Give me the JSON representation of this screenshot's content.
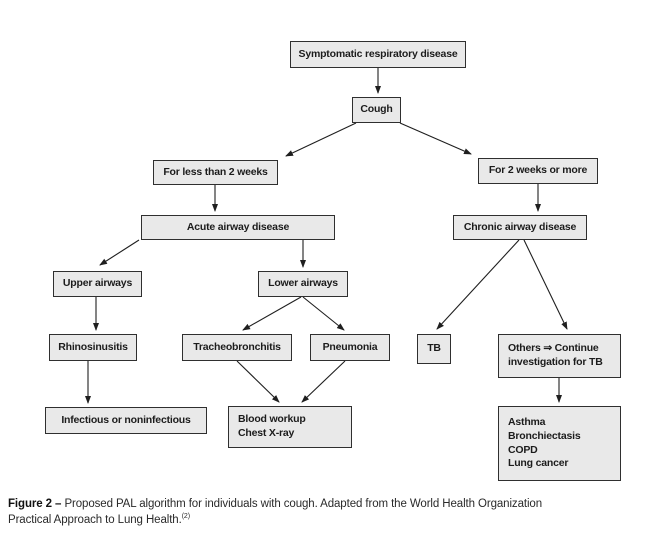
{
  "figure": {
    "nodes": {
      "symptomatic": {
        "label": "Symptomatic respiratory disease"
      },
      "cough": {
        "label": "Cough"
      },
      "less_than_2_weeks": {
        "label": "For less than 2 weeks"
      },
      "two_weeks_or_more": {
        "label": "For 2 weeks or more"
      },
      "acute": {
        "label": "Acute airway disease"
      },
      "chronic": {
        "label": "Chronic airway disease"
      },
      "upper": {
        "label": "Upper airways"
      },
      "lower": {
        "label": "Lower airways"
      },
      "rhinosinusitis": {
        "label": "Rhinosinusitis"
      },
      "tracheobronchitis": {
        "label": "Tracheobronchitis"
      },
      "pneumonia": {
        "label": "Pneumonia"
      },
      "tb": {
        "label": "TB"
      },
      "others": {
        "line1": "Others ⇒ Continue",
        "line2": "investigation for TB"
      },
      "infectious": {
        "label": "Infectious or noninfectious"
      },
      "blood_workup": {
        "line1": "Blood workup",
        "line2": "Chest X-ray"
      },
      "differential": {
        "line1": "Asthma",
        "line2": "Bronchiectasis",
        "line3": "COPD",
        "line4": "Lung cancer"
      }
    },
    "edges": [
      {
        "from": "symptomatic",
        "to": "cough"
      },
      {
        "from": "cough",
        "to": "less_than_2_weeks"
      },
      {
        "from": "cough",
        "to": "two_weeks_or_more"
      },
      {
        "from": "less_than_2_weeks",
        "to": "acute"
      },
      {
        "from": "two_weeks_or_more",
        "to": "chronic"
      },
      {
        "from": "acute",
        "to": "upper"
      },
      {
        "from": "acute",
        "to": "lower"
      },
      {
        "from": "upper",
        "to": "rhinosinusitis"
      },
      {
        "from": "lower",
        "to": "tracheobronchitis"
      },
      {
        "from": "lower",
        "to": "pneumonia"
      },
      {
        "from": "rhinosinusitis",
        "to": "infectious"
      },
      {
        "from": "tracheobronchitis",
        "to": "blood_workup"
      },
      {
        "from": "pneumonia",
        "to": "blood_workup"
      },
      {
        "from": "chronic",
        "to": "tb"
      },
      {
        "from": "chronic",
        "to": "others"
      },
      {
        "from": "others",
        "to": "differential"
      }
    ]
  },
  "caption": {
    "label": "Figure 2 –",
    "line1": "Proposed PAL algorithm for individuals with cough. Adapted from the World Health Organization",
    "line2": "Practical Approach to Lung Health.",
    "ref": "(2)"
  },
  "colors": {
    "box_fill": "#e9e9e9",
    "box_border": "#2f2f2f",
    "line": "#1f1f1f",
    "text": "#1c1c1c"
  }
}
